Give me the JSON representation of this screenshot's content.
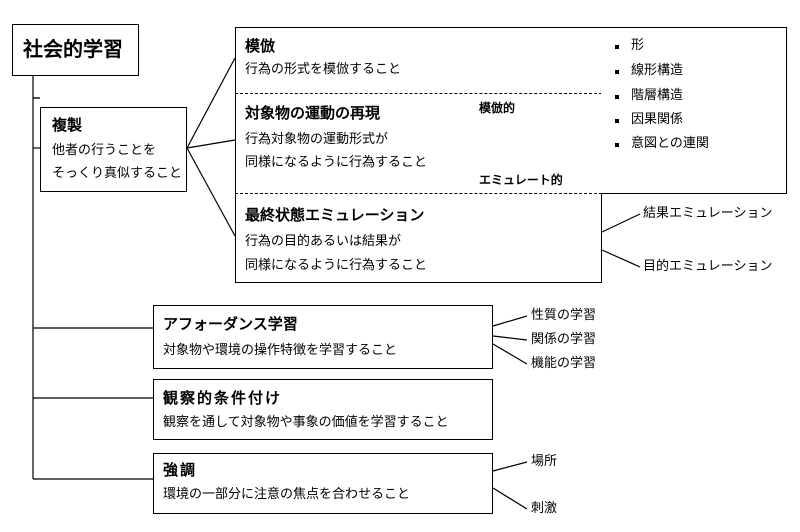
{
  "root": "社会的学習",
  "replication": {
    "title": "複製",
    "desc_line1": "他者の行うことを",
    "desc_line2": "そっくり真似すること"
  },
  "imitation": {
    "title": "模倣",
    "desc": "行為の形式を模倣すること"
  },
  "reproduction": {
    "title": "対象物の運動の再現",
    "desc_line1": "行為対象物の運動形式が",
    "desc_line2": "同様になるように行為すること",
    "arrow_up_label": "模倣的",
    "arrow_down_label": "エミュレート的"
  },
  "emulation": {
    "title": "最終状態エミュレーション",
    "desc_line1": "行為の目的あるいは結果が",
    "desc_line2": "同様になるように行為すること"
  },
  "imitation_list": [
    "形",
    "線形構造",
    "階層構造",
    "因果関係",
    "意図との連関"
  ],
  "emulation_types": [
    "結果エミュレーション",
    "目的エミュレーション"
  ],
  "affordance": {
    "title": "アフォーダンス学習",
    "desc": "対象物や環境の操作特徴を学習すること",
    "items": [
      "性質の学習",
      "関係の学習",
      "機能の学習"
    ]
  },
  "observational": {
    "title": "観察的条件付け",
    "desc": "観察を通して対象物や事象の価値を学習すること"
  },
  "emphasis": {
    "title": "強調",
    "desc": "環境の一部分に注意の焦点を合わせること",
    "items": [
      "場所",
      "刺激"
    ]
  }
}
